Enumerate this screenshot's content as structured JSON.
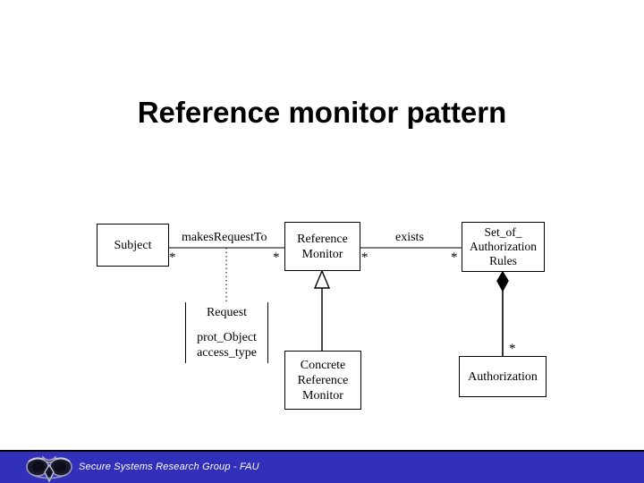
{
  "slide": {
    "title": "Reference monitor pattern"
  },
  "diagram": {
    "type": "uml-class-diagram",
    "classes": {
      "subject": {
        "name": "Subject"
      },
      "reference_monitor": {
        "name_line1": "Reference",
        "name_line2": "Monitor"
      },
      "set_of_authorization_rules": {
        "name_line1": "Set_of_",
        "name_line2": "Authorization",
        "name_line3": "Rules"
      },
      "concrete_reference_monitor": {
        "name_line1": "Concrete",
        "name_line2": "Reference",
        "name_line3": "Monitor"
      },
      "authorization": {
        "name": "Authorization"
      },
      "request": {
        "name": "Request",
        "attributes": [
          "prot_Object",
          "access_type"
        ]
      }
    },
    "associations": {
      "makes_request_to": {
        "label": "makesRequestTo"
      },
      "exists": {
        "label": "exists"
      }
    },
    "multiplicities": {
      "subject_end": "*",
      "reference_monitor_left_end": "*",
      "reference_monitor_right_end": "*",
      "set_of_authorization_rules_end": "*",
      "authorization_end": "*"
    },
    "relationships": {
      "generalization": "Concrete Reference Monitor --|> Reference Monitor",
      "composition": "Set_of_ Authorization Rules <>-- Authorization",
      "association_class": "Request (attached to makesRequestTo)"
    }
  },
  "footer": {
    "text": "Secure Systems Research Group - FAU",
    "logo_icon": "owl-logo-icon",
    "background_color": "#3230bb",
    "text_color": "#ffffff"
  }
}
